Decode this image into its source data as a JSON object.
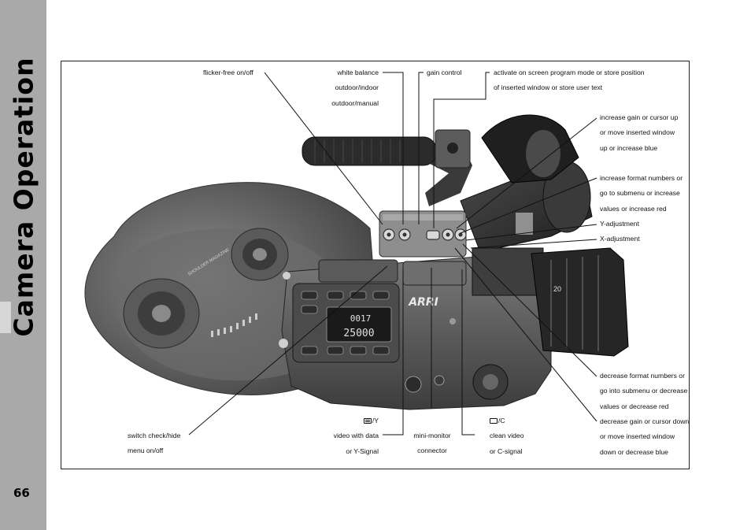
{
  "sidebar": {
    "title": "Camera Operation",
    "page_number": "66"
  },
  "callouts": {
    "flicker": [
      "flicker-free on/off"
    ],
    "white_balance": [
      "white balance",
      "outdoor/indoor",
      "outdoor/manual"
    ],
    "gain": [
      "gain control"
    ],
    "activate": [
      "activate on screen program mode or store position",
      "of inserted window or store user text"
    ],
    "increase_gain": [
      "increase gain or cursor up",
      "or move inserted window",
      "up or increase blue"
    ],
    "increase_format": [
      "increase format numbers or",
      "go to submenu or increase",
      "values or increase red"
    ],
    "y_adjust": [
      "Y-adjustment"
    ],
    "x_adjust": [
      "X-adjustment"
    ],
    "decrease_format": [
      "decrease format numbers or",
      "go into submenu or decrease",
      "values or decrease red"
    ],
    "decrease_gain": [
      "decrease gain or cursor down",
      "or move inserted window",
      "down or decrease blue"
    ],
    "switch_check": [
      "switch check/hide",
      "menu on/off"
    ],
    "video_data": [
      "/Y",
      "video with data",
      "or Y-Signal"
    ],
    "mini_monitor": [
      "mini-monitor",
      "connector"
    ],
    "clean_video": [
      "/C",
      "clean video",
      "or C-signal"
    ]
  },
  "camera": {
    "magazine_text": "SHOULDER MAGAZINE",
    "brand": "ARRI",
    "display_top": "0017",
    "display_bottom": "25000",
    "lens_mark": "20"
  },
  "colors": {
    "sidebar": "#a9a9a9",
    "sidebar_tab": "#d7d7d7",
    "frame": "#222222"
  }
}
